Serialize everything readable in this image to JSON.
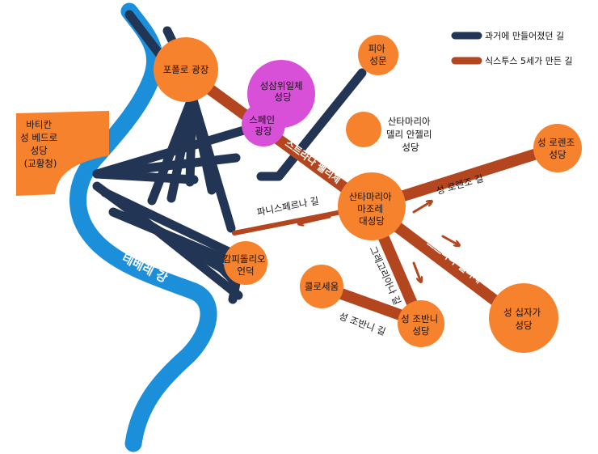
{
  "legend": {
    "old_roads": {
      "label": "과거에 만들어졌던 길",
      "color": "#233554"
    },
    "sixtus_roads": {
      "label": "식스투스 5세가 만든 길",
      "color": "#B3461E"
    }
  },
  "colors": {
    "river": "#1C8FDB",
    "landmark": "#F7822E",
    "highlight": "#D84FD8",
    "old_road": "#233554",
    "new_road": "#B3461E",
    "road_text": "#FFFFFF"
  },
  "river": {
    "label": "테베레 강"
  },
  "landmarks": {
    "piazza_popolo": [
      "포폴로 광장"
    ],
    "trinita": [
      "성삼위일체",
      "성당"
    ],
    "piazza_spagna": [
      "스페인",
      "광장"
    ],
    "porta_pia": [
      "피아",
      "성문"
    ],
    "santa_maria_angeli": [
      "산타마리아",
      "델리 안젤리",
      "성당"
    ],
    "vatican": [
      "바티칸",
      "성 베드로",
      "성당",
      "(교황청)"
    ],
    "santa_maria_maggiore": [
      "산타마리아",
      "마조레",
      "대성당"
    ],
    "san_lorenzo": [
      "성 로렌조",
      "성당"
    ],
    "campidoglio": [
      "캄피돌리오",
      "언덕"
    ],
    "colosseum": [
      "콜로세움"
    ],
    "san_giovanni": [
      "성 조반니",
      "성당"
    ],
    "santa_croce": [
      "성 십자가",
      "성당"
    ]
  },
  "streets": {
    "strada_felice": "스트라다 펠리체",
    "panisperna": "파니스페르나 길",
    "san_lorenzo_road": "성 로렌조 길",
    "gregoriana": "그레고리아나 길",
    "strada_felice_2": "스트라다 펠리체",
    "san_giovanni_road": "성 조반니 길"
  }
}
